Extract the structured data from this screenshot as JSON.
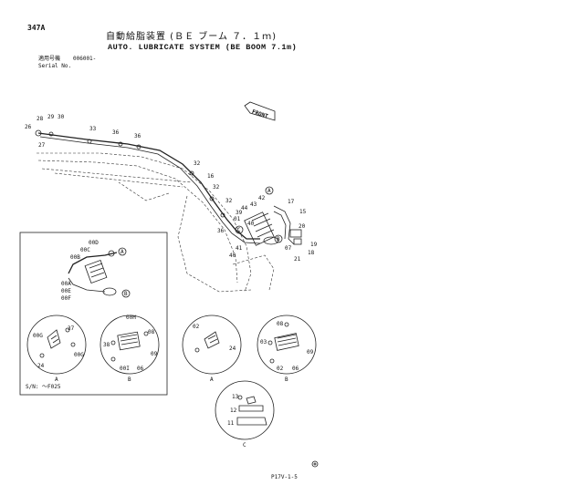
{
  "header": {
    "page_number": "347A",
    "title_jp": "自動給脂装置 (ＢＥ ブーム ７．１ｍ)",
    "title_en": "AUTO. LUBRICATE SYSTEM (BE BOOM 7.1m)",
    "serial_jp": "適用号機",
    "serial_value": "006001-",
    "serial_en": "Serial No."
  },
  "front_label": "FRONT",
  "sn_note": "S/N: ～F025",
  "footer_code": "P17V-1-5",
  "callouts_main": [
    "28",
    "29",
    "30",
    "26",
    "27",
    "33",
    "36",
    "36",
    "32",
    "16",
    "32",
    "32",
    "39",
    "42",
    "43",
    "44",
    "01",
    "40",
    "17",
    "15",
    "A",
    "B",
    "C",
    "36",
    "41",
    "40",
    "07",
    "19",
    "18",
    "21",
    "20"
  ],
  "detail_box": {
    "callouts": [
      "00D",
      "00C",
      "00B",
      "00A",
      "00E",
      "00F",
      "A",
      "B"
    ]
  },
  "views": [
    {
      "id": "view-a-1",
      "letter": "A",
      "callouts": [
        "00G",
        "37",
        "24",
        "00G"
      ]
    },
    {
      "id": "view-b-1",
      "letter": "B",
      "callouts": [
        "00H",
        "08",
        "38",
        "09",
        "00I",
        "06"
      ]
    },
    {
      "id": "view-a-2",
      "letter": "A",
      "callouts": [
        "02",
        "24"
      ]
    },
    {
      "id": "view-b-2",
      "letter": "B",
      "callouts": [
        "08",
        "03",
        "09",
        "02",
        "06"
      ]
    },
    {
      "id": "view-c",
      "letter": "C",
      "callouts": [
        "13",
        "12",
        "11"
      ]
    }
  ]
}
